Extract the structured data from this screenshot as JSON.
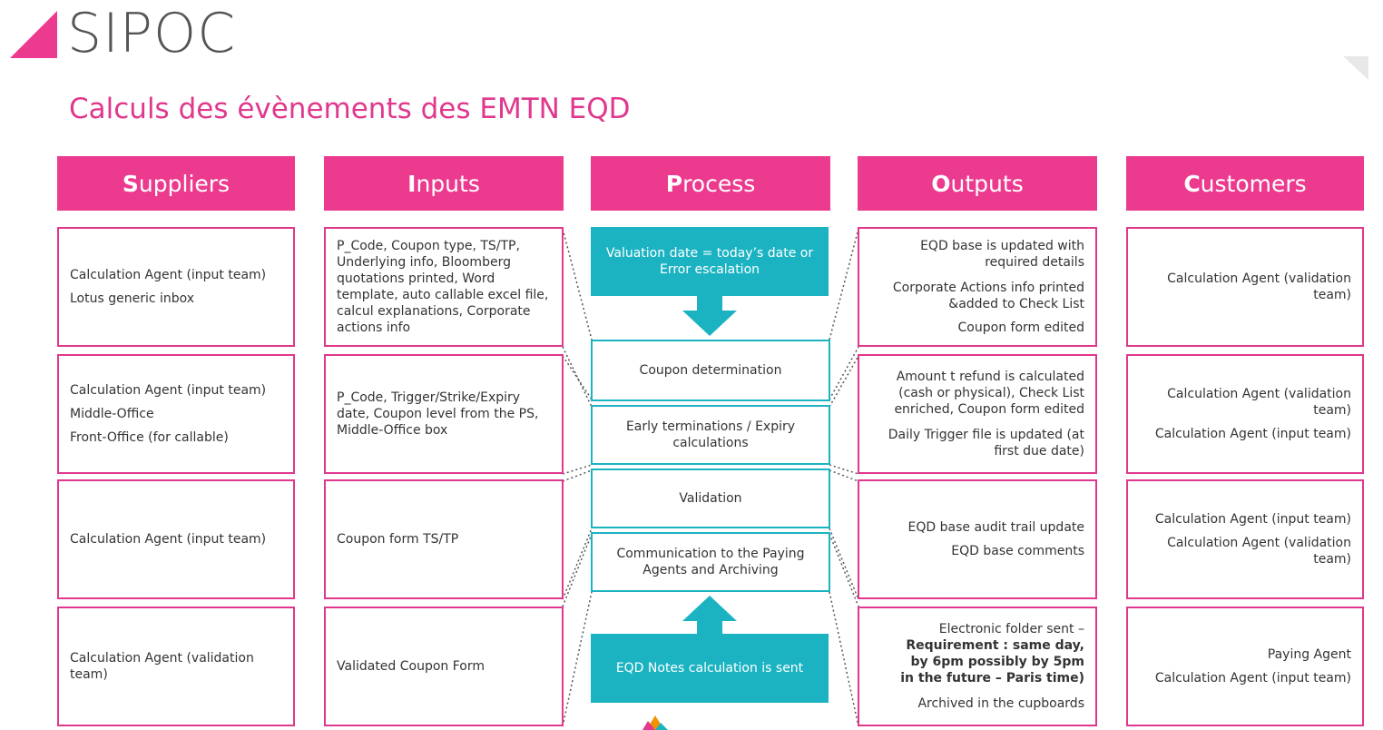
{
  "title": "SIPOC",
  "subtitle": "Calculs des évènements des EMTN EQD",
  "columns": [
    {
      "key": "suppliers",
      "initial": "S",
      "rest": "uppliers"
    },
    {
      "key": "inputs",
      "initial": "I",
      "rest": "nputs"
    },
    {
      "key": "process",
      "initial": "P",
      "rest": "rocess"
    },
    {
      "key": "outputs",
      "initial": "O",
      "rest": "utputs"
    },
    {
      "key": "customers",
      "initial": "C",
      "rest": "ustomers"
    }
  ],
  "suppliers": [
    [
      "Calculation Agent (input team)",
      "Lotus generic inbox"
    ],
    [
      "Calculation Agent (input team)",
      "Middle-Office",
      "Front-Office (for callable)"
    ],
    [
      "Calculation Agent (input team)"
    ],
    [
      "Calculation Agent (validation team)"
    ]
  ],
  "inputs": [
    "P_Code, Coupon type, TS/TP, Underlying info, Bloomberg quotations printed, Word template, auto callable excel file, calcul explanations, Corporate actions info",
    "P_Code, Trigger/Strike/Expiry date, Coupon level from the PS, Middle-Office box",
    "Coupon form TS/TP",
    "Validated Coupon Form"
  ],
  "process": {
    "start": "Valuation date = today’s date or Error escalation",
    "steps": [
      "Coupon determination",
      "Early terminations / Expiry calculations",
      "Validation",
      "Communication to the Paying Agents and Archiving"
    ],
    "end": "EQD Notes calculation is sent"
  },
  "outputs": {
    "row1": [
      "EQD base is updated with required details",
      "Corporate Actions info printed &added to Check List",
      "Coupon form edited"
    ],
    "row2": [
      "Amount t refund is calculated (cash or physical), Check List enriched, Coupon form edited",
      "Daily Trigger file is updated (at first due date)"
    ],
    "row3": [
      "EQD base audit trail update",
      "EQD base comments"
    ],
    "row4": {
      "prefix": "Electronic folder sent –",
      "bold": "Requirement : same day, by 6pm possibly by 5pm in the future – Paris time)",
      "after": "Archived in the cupboards"
    }
  },
  "customers": [
    [
      "Calculation Agent (validation team)"
    ],
    [
      "Calculation Agent (validation team)",
      "Calculation Agent (input team)"
    ],
    [
      "Calculation Agent (input team)",
      "Calculation Agent (validation team)"
    ],
    [
      "Paying Agent",
      "Calculation Agent (input team)"
    ]
  ],
  "colors": {
    "accent": "#ec3a8f",
    "teal": "#1bb3c2"
  },
  "icons": [
    "logo-triangle-icon",
    "corner-fold-icon",
    "down-arrow-icon",
    "up-arrow-icon",
    "company-logo-icon"
  ]
}
